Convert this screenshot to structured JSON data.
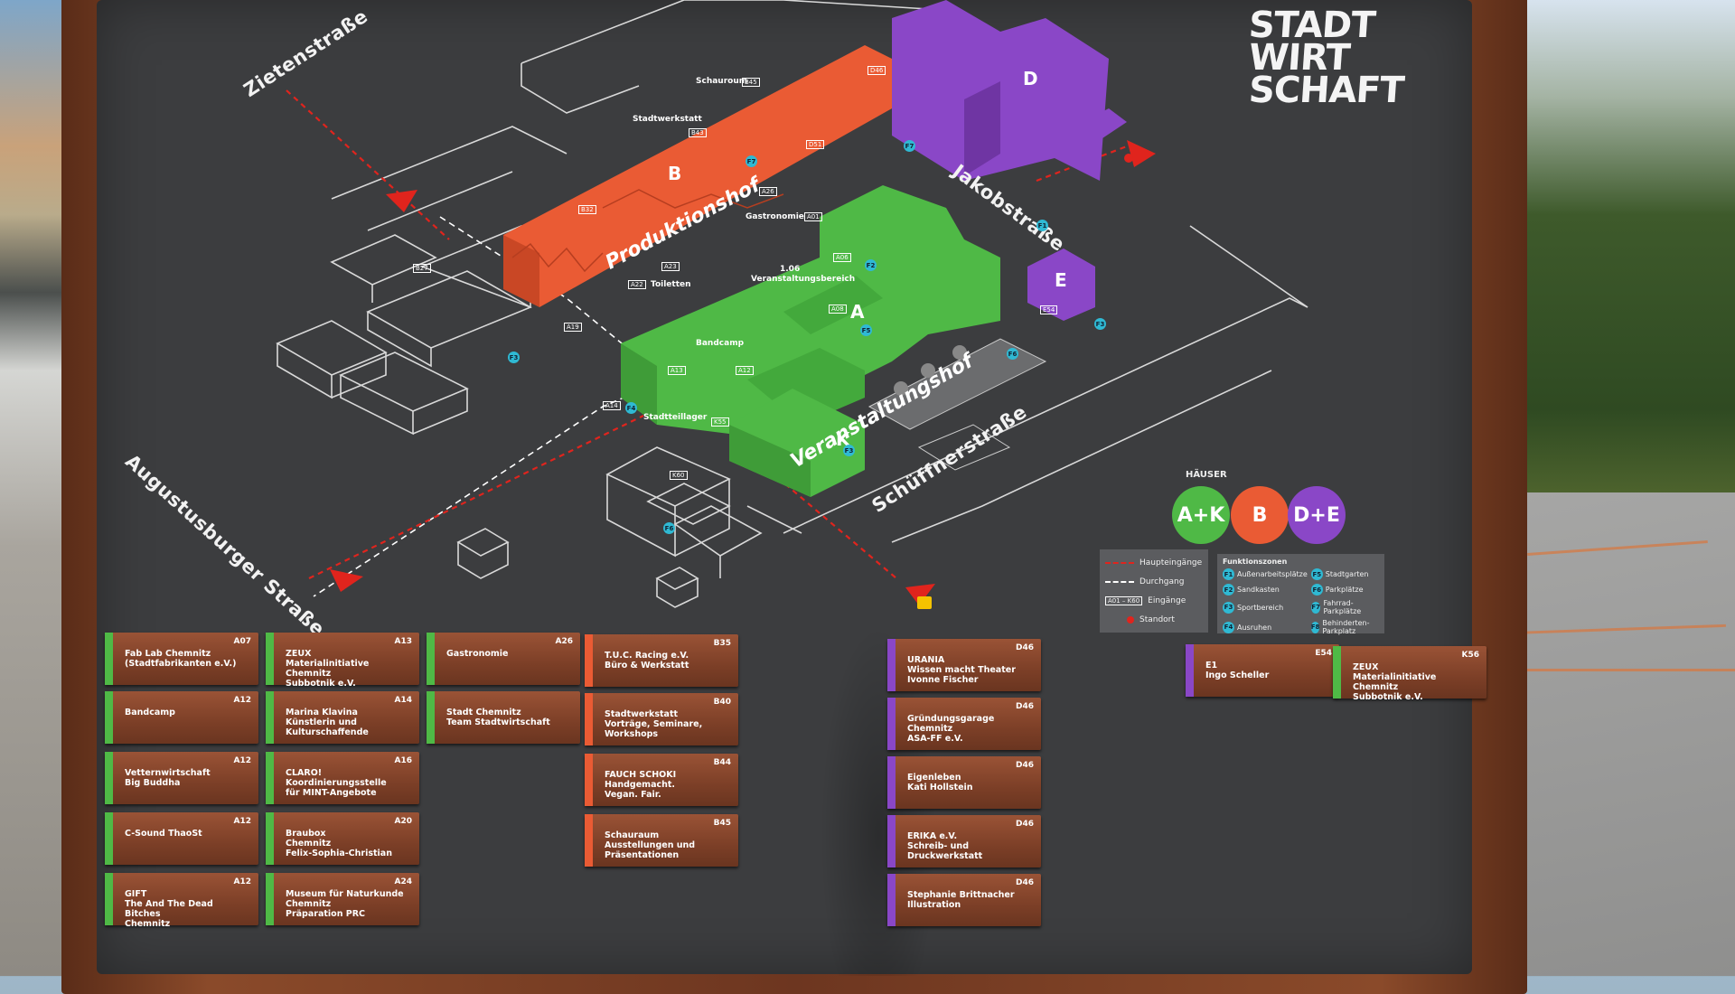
{
  "colors": {
    "house_a_k": "#4fb946",
    "house_b": "#ea5b34",
    "house_d_e": "#8a47c7",
    "board": "#3c3d3f",
    "frame": "#7a3d22",
    "entrance_arrow": "#e0241d",
    "function_zone": "#2fb9d3"
  },
  "logo": {
    "lines": [
      "STADT",
      "WIRT",
      "SCHAFT"
    ]
  },
  "map": {
    "streets": {
      "zieten": "Zietenstraße",
      "jakob": "Jakobstraße",
      "augustusburger": "Augustusburger Straße",
      "schueffner": "Schüffnerstraße"
    },
    "yards": {
      "produktion": "Produktionshof",
      "veranstaltung": "Veranstaltungshof"
    },
    "buildings": {
      "a": "A",
      "b": "B",
      "d": "D",
      "e": "E",
      "k": "K"
    },
    "building_labels": {
      "schauroum": "Schauroum",
      "stadtwerkstatt": "Stadtwerkstatt",
      "gastronomie": "Gastronomie",
      "veranstaltungsbereich_1": "1.06",
      "veranstaltungsbereich_2": "Veranstaltungsbereich",
      "toiletten": "Toiletten",
      "bandcamp": "Bandcamp",
      "stadtteillager": "Stadtteillager"
    },
    "entrance_codes": [
      "B45",
      "B43",
      "B32",
      "B27",
      "D46",
      "D51",
      "A26",
      "A01",
      "A06",
      "A08",
      "A23",
      "A22",
      "A19",
      "A13",
      "A12",
      "A14",
      "K55",
      "K60",
      "E54"
    ],
    "function_zone_codes": [
      "F7",
      "F7",
      "F1",
      "F2",
      "F3",
      "F4",
      "F5",
      "F3",
      "F6",
      "F6",
      "F3"
    ]
  },
  "houses": {
    "heading": "HÄUSER",
    "items": [
      {
        "label": "A+K",
        "color": "#4fb946"
      },
      {
        "label": "B",
        "color": "#ea5b34"
      },
      {
        "label": "D+E",
        "color": "#8a47c7"
      }
    ]
  },
  "legend": {
    "entries": [
      {
        "sample": "",
        "label": "Haupteingänge"
      },
      {
        "sample": "",
        "label": "Durchgang"
      },
      {
        "sample": "A01 – K60",
        "label": "Eingänge"
      },
      {
        "sample": "",
        "label": "Standort"
      }
    ],
    "zones_title": "Funktionszonen",
    "zones": [
      {
        "code": "F1",
        "label": "Außenarbeitsplätze"
      },
      {
        "code": "F5",
        "label": "Stadtgarten"
      },
      {
        "code": "F2",
        "label": "Sandkasten"
      },
      {
        "code": "F6",
        "label": "Parkplätze"
      },
      {
        "code": "F3",
        "label": "Sportbereich"
      },
      {
        "code": "F7",
        "label": "Fahrrad-Parkplätze"
      },
      {
        "code": "F4",
        "label": "Ausruhen"
      },
      {
        "code": "F8",
        "label": "Behinderten-Parkplatz"
      }
    ]
  },
  "directory": [
    {
      "code": "A07",
      "name": "Fab Lab Chemnitz\n(Stadtfabrikanten e.V.)",
      "house": "ak"
    },
    {
      "code": "A12",
      "name": "Bandcamp",
      "house": "ak"
    },
    {
      "code": "A12",
      "name": "Vetternwirtschaft\nBig Buddha",
      "house": "ak"
    },
    {
      "code": "A12",
      "name": "C-Sound ThaoSt",
      "house": "ak"
    },
    {
      "code": "A12",
      "name": "GIFT\nThe And The Dead Bitches\nChemnitz",
      "house": "ak"
    },
    {
      "code": "A13",
      "name": "ZEUX\nMaterialinitiative Chemnitz\nSubbotnik e.V.",
      "house": "ak"
    },
    {
      "code": "A14",
      "name": "Marina Klavina\nKünstlerin und\nKulturschaffende",
      "house": "ak"
    },
    {
      "code": "A16",
      "name": "CLARO!\nKoordinierungsstelle\nfür MINT-Angebote",
      "house": "ak"
    },
    {
      "code": "A20",
      "name": "Braubox\nChemnitz\nFelix-Sophia-Christian",
      "house": "ak"
    },
    {
      "code": "A24",
      "name": "Museum für Naturkunde\nChemnitz\nPräparation PRC",
      "house": "ak"
    },
    {
      "code": "A26",
      "name": "Gastronomie",
      "house": "ak"
    },
    {
      "code": "",
      "name": "Stadt Chemnitz\nTeam Stadtwirtschaft",
      "house": "ak"
    },
    {
      "code": "B35",
      "name": "T.U.C. Racing e.V.\nBüro & Werkstatt",
      "house": "b"
    },
    {
      "code": "B40",
      "name": "Stadtwerkstatt\nVorträge, Seminare,\nWorkshops",
      "house": "b"
    },
    {
      "code": "B44",
      "name": "FAUCH SCHOKI\nHandgemacht.\nVegan. Fair.",
      "house": "b"
    },
    {
      "code": "B45",
      "name": "Schauraum\nAusstellungen und\nPräsentationen",
      "house": "b"
    },
    {
      "code": "D46",
      "name": "URANIA\nWissen macht Theater\nIvonne Fischer",
      "house": "de"
    },
    {
      "code": "D46",
      "name": "Gründungsgarage Chemnitz\nASA-FF e.V.",
      "house": "de"
    },
    {
      "code": "D46",
      "name": "Eigenleben\nKati Hollstein",
      "house": "de"
    },
    {
      "code": "D46",
      "name": "ERIKA e.V.\nSchreib- und\nDruckwerkstatt",
      "house": "de"
    },
    {
      "code": "D46",
      "name": "Stephanie Brittnacher\nIllustration",
      "house": "de"
    },
    {
      "code": "E54",
      "name": "E1\nIngo Scheller",
      "house": "de"
    },
    {
      "code": "K56",
      "name": "ZEUX\nMaterialinitiative Chemnitz\nSubbotnik e.V.",
      "house": "ak"
    }
  ]
}
